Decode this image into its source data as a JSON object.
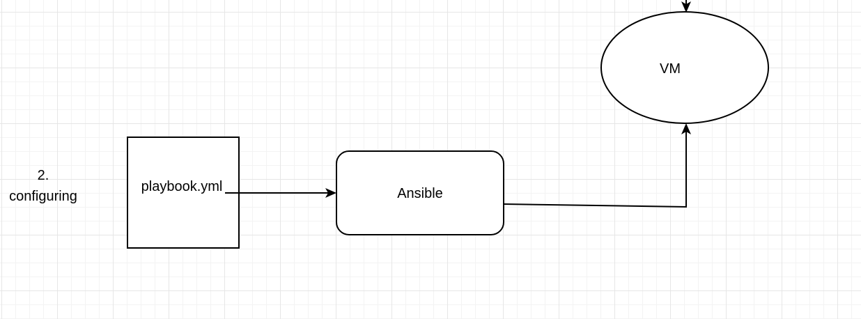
{
  "diagram": {
    "step_label_line1": "2.",
    "step_label_line2": "configuring",
    "playbook_label": "playbook.yml",
    "ansible_label": "Ansible",
    "vm_label": "VM"
  }
}
